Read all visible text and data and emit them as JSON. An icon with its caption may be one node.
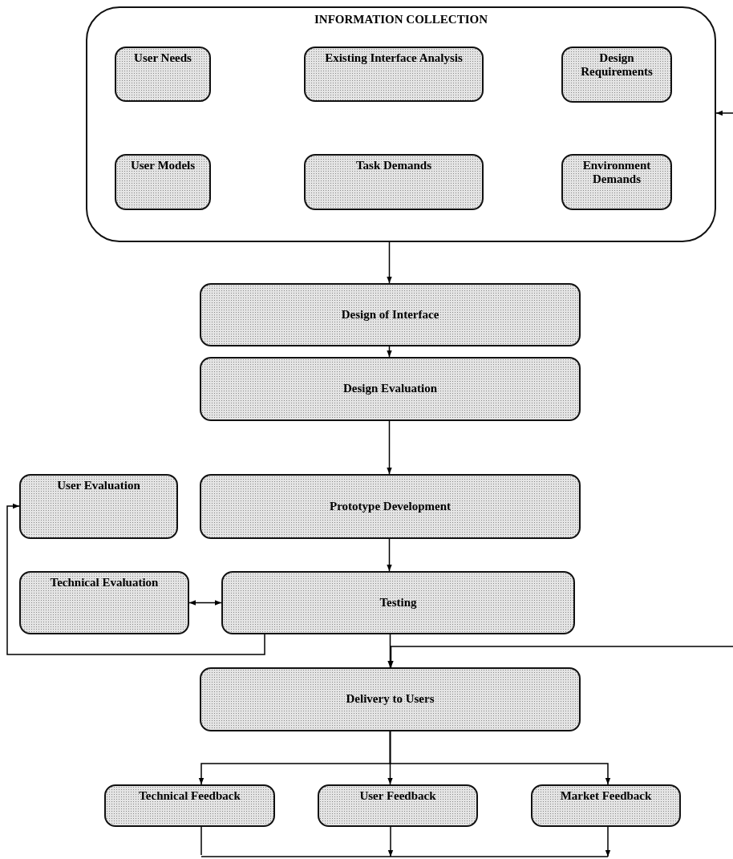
{
  "diagram": {
    "nodes": [
      {
        "text": [
          "INFORMATION COLLECTION"
        ]
      },
      {
        "text": [
          "User Needs"
        ],
        "in": 0
      },
      {
        "text": [
          "Existing Interface Analysis"
        ],
        "in": 0
      },
      {
        "text": [
          "Design Requirements"
        ],
        "in": 0
      },
      {
        "text": [
          "User Models"
        ],
        "in": 0
      },
      {
        "text": [
          "Task Demands"
        ],
        "in": 0
      },
      {
        "text": [
          "Environment Demands"
        ],
        "in": 0
      },
      {
        "text": [
          "Design of Interface"
        ]
      },
      {
        "text": [
          "Design Evaluation"
        ]
      },
      {
        "text": [
          "User Evaluation"
        ]
      },
      {
        "text": [
          "Prototype Development"
        ]
      },
      {
        "text": [
          "Technical Evaluation"
        ]
      },
      {
        "text": [
          "Testing"
        ]
      },
      {
        "text": [
          "Delivery to Users"
        ]
      },
      {
        "text": [
          "Technical Feedback"
        ]
      },
      {
        "text": [
          "User Feedback"
        ]
      },
      {
        "text": [
          "Market Feedback"
        ]
      }
    ],
    "edges": [
      {
        "from": 0,
        "to": 7,
        "arrow": "to"
      },
      {
        "from": 7,
        "to": 8,
        "arrow": "to"
      },
      {
        "from": 8,
        "to": 10,
        "arrow": "to"
      },
      {
        "from": 10,
        "to": 12,
        "arrow": "to"
      },
      {
        "from": 11,
        "to": 12,
        "arrow": "both"
      },
      {
        "from": 12,
        "to": 9,
        "arrow": "to"
      },
      {
        "from": 12,
        "to": 13,
        "arrow": "to"
      },
      {
        "from": null,
        "to": 13,
        "arrow": "to"
      },
      {
        "from": 13,
        "to": 14,
        "arrow": "to"
      },
      {
        "from": 13,
        "to": 15,
        "arrow": "to"
      },
      {
        "from": 13,
        "to": 16,
        "arrow": "to"
      },
      {
        "from": 14,
        "to": null,
        "arrow": "none"
      },
      {
        "from": 15,
        "to": null,
        "arrow": "to"
      },
      {
        "from": 16,
        "to": null,
        "arrow": "to"
      },
      {
        "from": null,
        "to": 0,
        "arrow": "to"
      }
    ]
  }
}
